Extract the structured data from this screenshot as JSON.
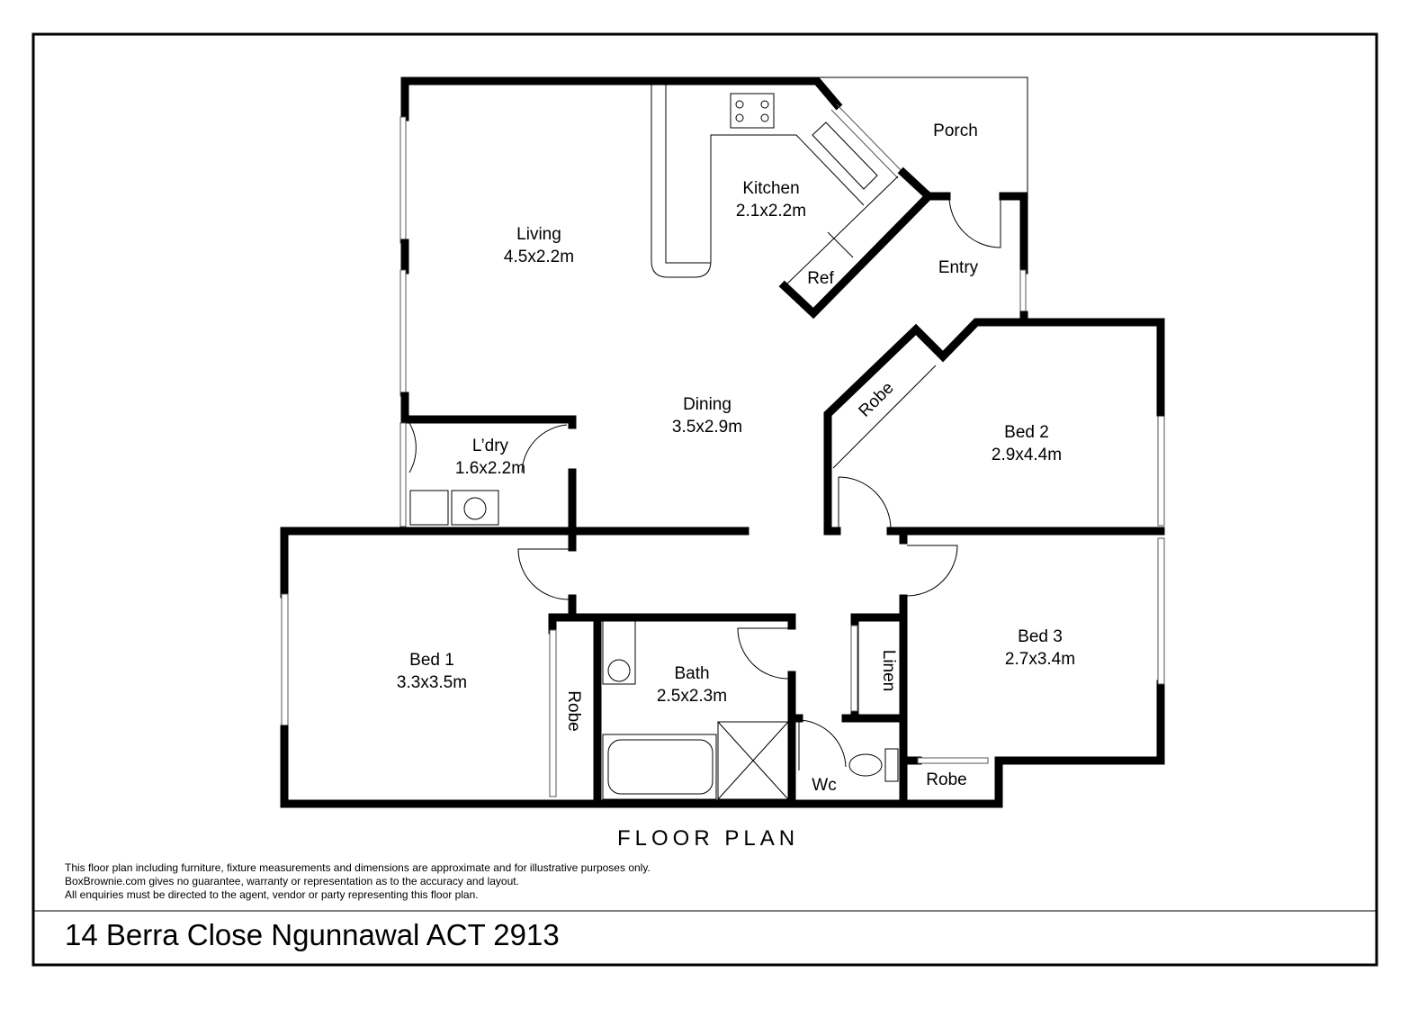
{
  "rooms": {
    "living": {
      "name": "Living",
      "size": "4.5x2.2m"
    },
    "kitchen": {
      "name": "Kitchen",
      "size": "2.1x2.2m"
    },
    "porch": {
      "name": "Porch"
    },
    "ref": {
      "name": "Ref"
    },
    "entry": {
      "name": "Entry"
    },
    "dining": {
      "name": "Dining",
      "size": "3.5x2.9m"
    },
    "laundry": {
      "name": "L’dry",
      "size": "1.6x2.2m"
    },
    "robe_bed2": {
      "name": "Robe"
    },
    "bed2": {
      "name": "Bed 2",
      "size": "2.9x4.4m"
    },
    "bed1": {
      "name": "Bed 1",
      "size": "3.3x3.5m"
    },
    "robe_bed1": {
      "name": "Robe"
    },
    "bath": {
      "name": "Bath",
      "size": "2.5x2.3m"
    },
    "linen": {
      "name": "Linen"
    },
    "wc": {
      "name": "Wc"
    },
    "bed3": {
      "name": "Bed 3",
      "size": "2.7x3.4m"
    },
    "robe_bed3": {
      "name": "Robe"
    }
  },
  "title": "FLOOR PLAN",
  "disclaimer": [
    "This floor plan including furniture, fixture measurements and dimensions are approximate and for illustrative purposes only.",
    "BoxBrownie.com gives no guarantee, warranty or representation as to the accuracy and layout.",
    "All enquiries must be directed to the agent, vendor or party representing this floor plan."
  ],
  "address": "14 Berra Close Ngunnawal ACT 2913"
}
